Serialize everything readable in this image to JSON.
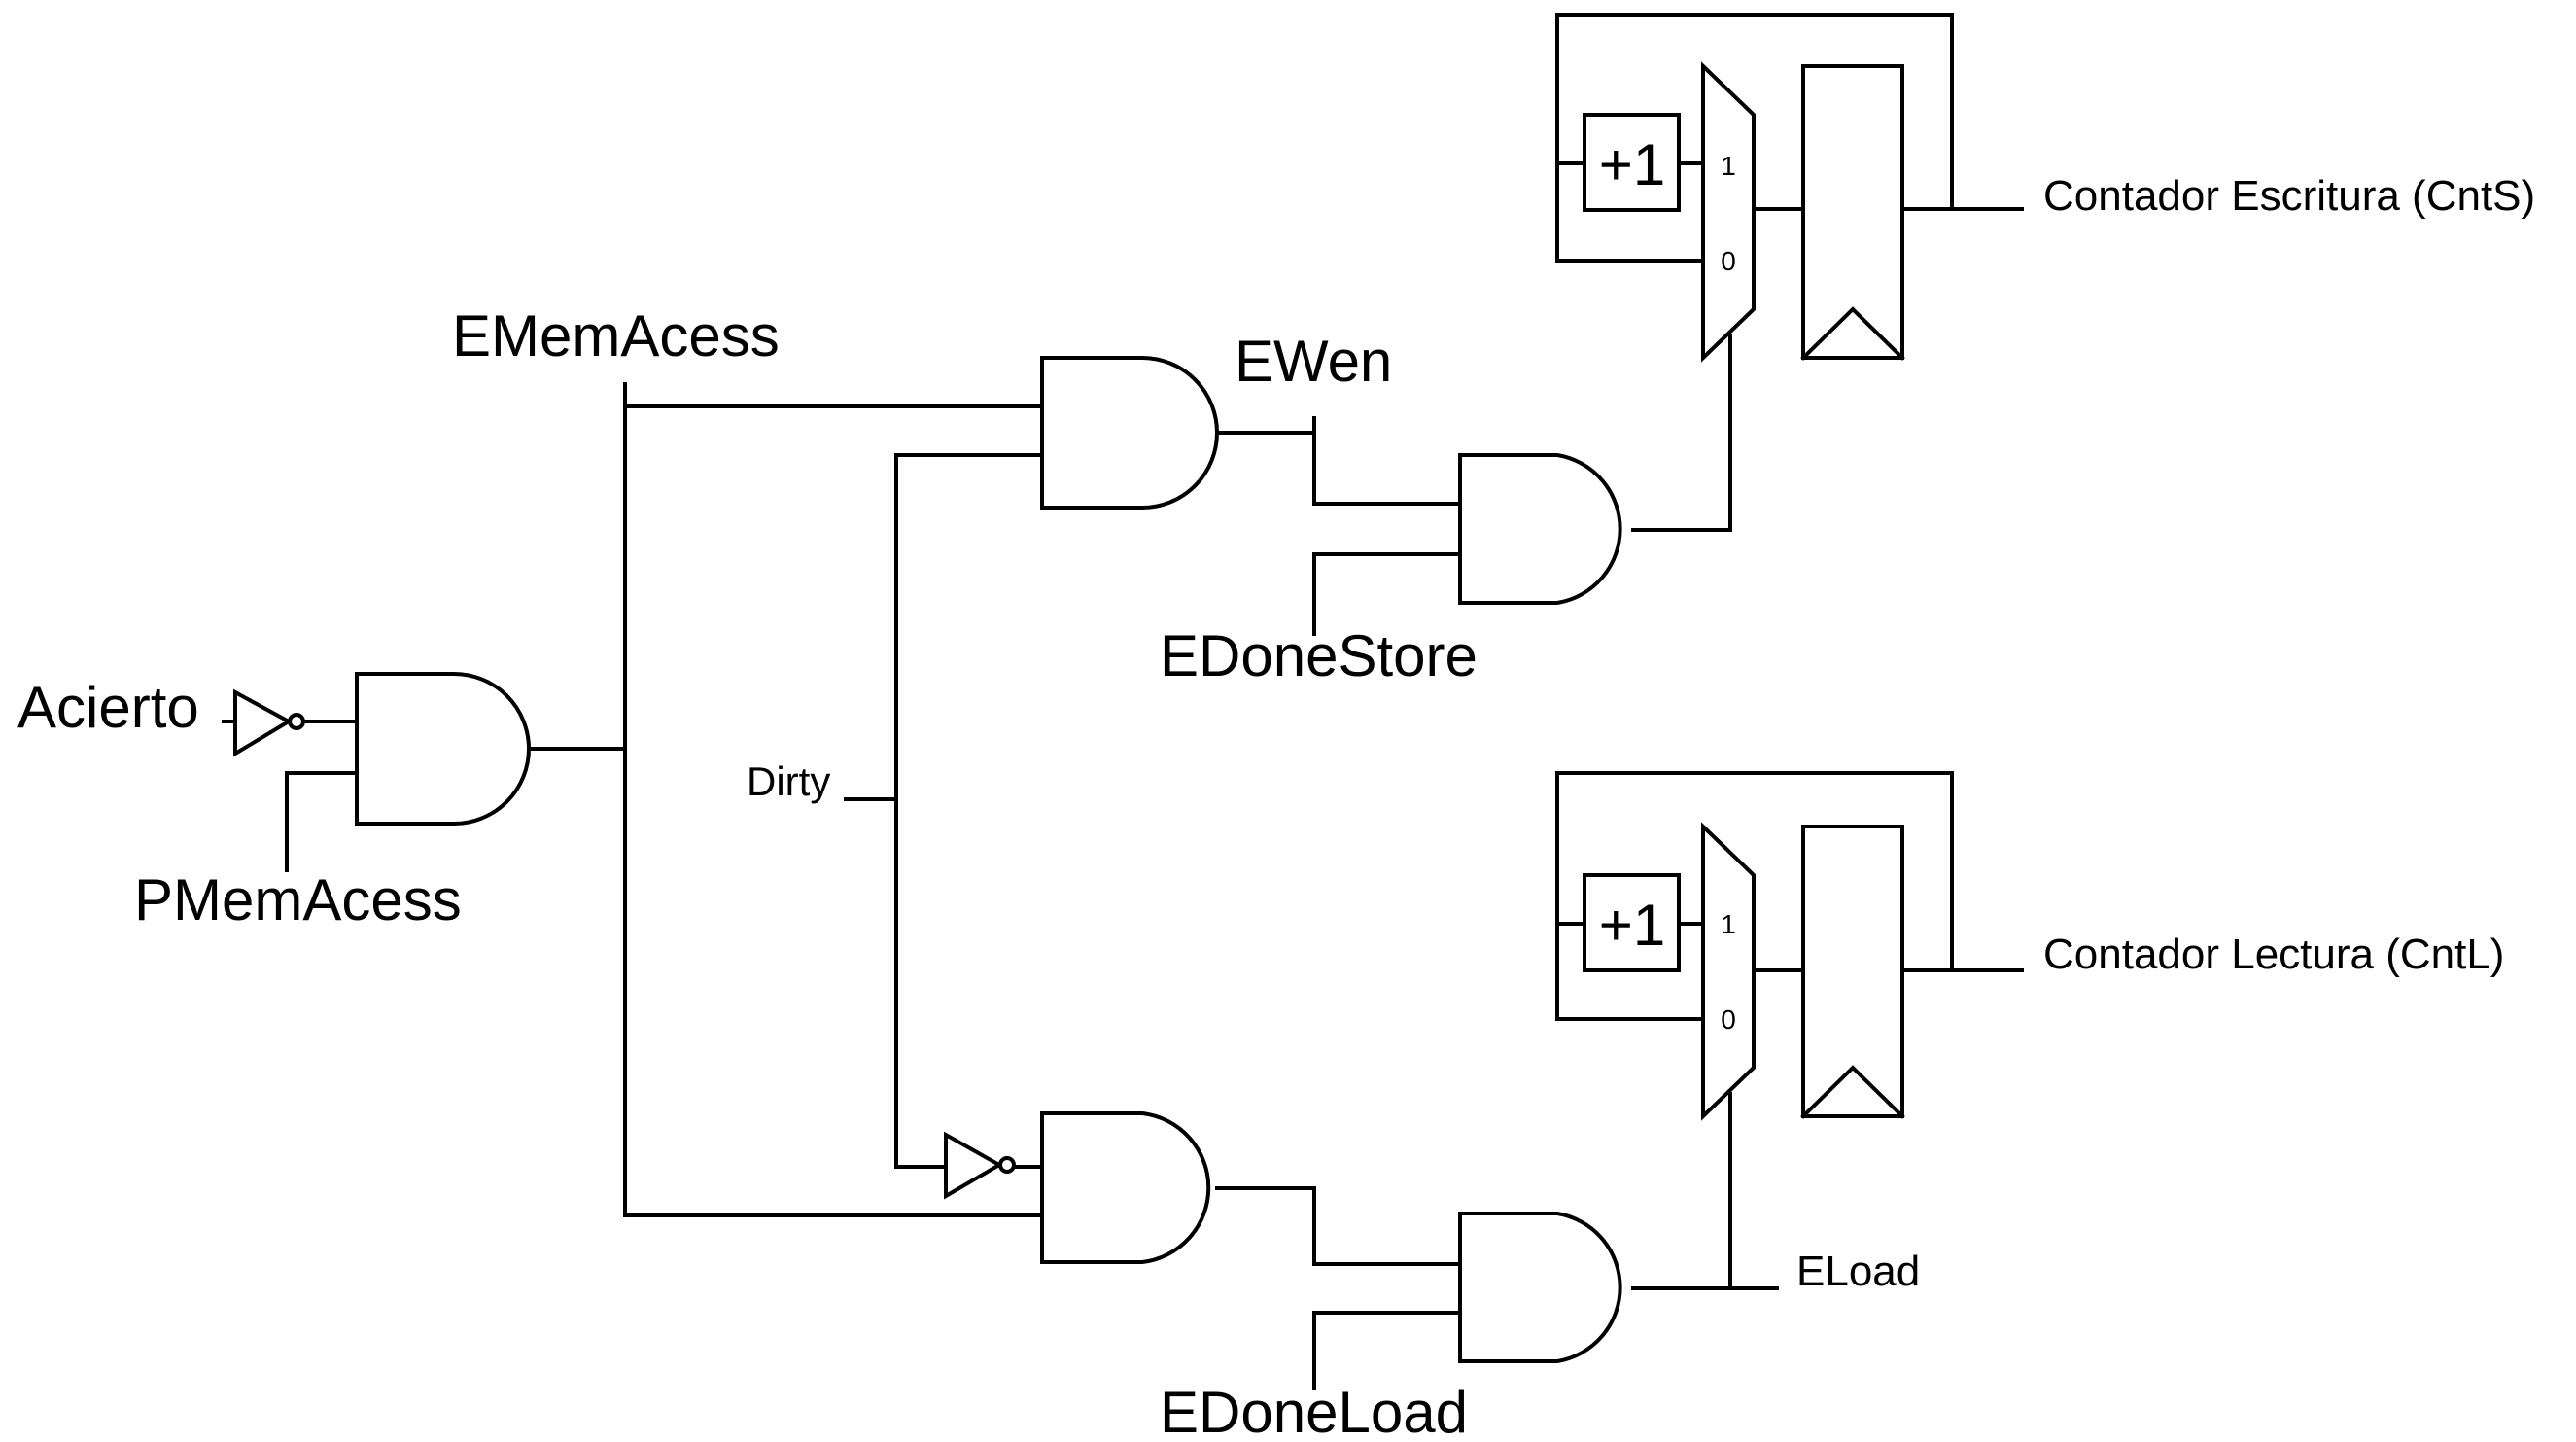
{
  "labels": {
    "acierto": "Acierto",
    "pmemacess": "PMemAcess",
    "ememacess": "EMemAcess",
    "dirty": "Dirty",
    "ewen": "EWen",
    "edonestore": "EDoneStore",
    "edoneload": "EDoneLoad",
    "eload": "ELoad",
    "contador_escritura": "Contador Escritura (CntS)",
    "contador_lectura": "Contador Lectura (CntL)",
    "plus1_top": "+1",
    "plus1_bottom": "+1",
    "mux_top_in1": "1",
    "mux_top_in0": "0",
    "mux_bottom_in1": "1",
    "mux_bottom_in0": "0"
  }
}
